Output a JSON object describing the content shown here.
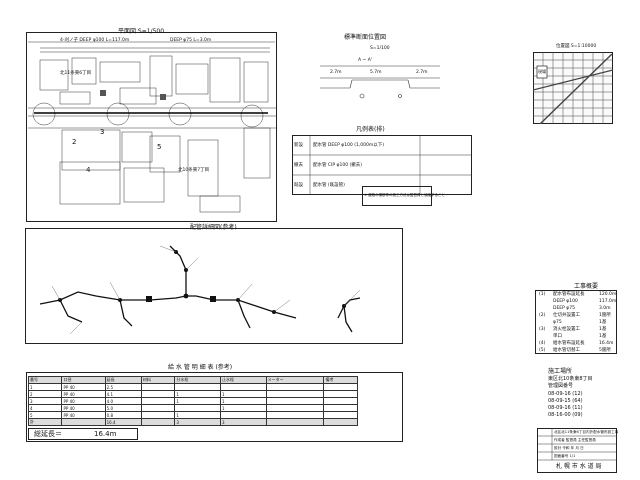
{
  "plan": {
    "title": "平面図 S=1/500",
    "dim_top": "4-刈ノ子 DEEP φ100 L=117.0m",
    "dim_top2": "DEEP φ75 L=3.0m",
    "note1": "北11条東6丁目",
    "note2": "北10条東7丁目",
    "block_numbers": [
      "3",
      "5",
      "4",
      "2"
    ]
  },
  "section": {
    "title": "標準断面位置図",
    "scale": "S=1/100",
    "label": "A ~ A'",
    "dims": [
      "2.7m",
      "5.7m",
      "2.7m"
    ]
  },
  "legend": {
    "title": "凡例表(排)",
    "rows": [
      {
        "k": "新設",
        "v": "配水管 DEEP φ100 (1,000m以下)"
      },
      {
        "k": "撤去",
        "v": "配水管 CIP φ100 (撤去)"
      },
      {
        "k": "既設",
        "v": "配水管 (既設管)"
      }
    ],
    "note": "※ 道路の横断等の施工方法は監督員と協議すること"
  },
  "location_map": {
    "title": "位置図 S=1:10000",
    "mark": "現場"
  },
  "diagram": {
    "title": "配管詳細図(参考)"
  },
  "summary": {
    "title": "工事概要",
    "rows": [
      {
        "no": "(1)",
        "item": "配水管布設延長",
        "qty": "120.0m"
      },
      {
        "no": "",
        "item": "DEEP φ100",
        "qty": "117.0m"
      },
      {
        "no": "",
        "item": "DEEP φ75",
        "qty": "3.0m"
      },
      {
        "no": "(2)",
        "item": "仕切弁設置工",
        "qty": "1箇所"
      },
      {
        "no": "",
        "item": "φ75",
        "qty": "1基"
      },
      {
        "no": "(3)",
        "item": "消火栓設置工",
        "qty": "1基"
      },
      {
        "no": "",
        "item": "単口",
        "qty": "1基"
      },
      {
        "no": "(4)",
        "item": "給水管布設延長",
        "qty": "16.4m"
      },
      {
        "no": "(5)",
        "item": "給水管切替工",
        "qty": "5箇所"
      }
    ]
  },
  "work_location": {
    "title": "施工場所",
    "address": "東区北10条東8丁目",
    "code_title": "管理図番号",
    "codes": [
      "08-09-16 (12)",
      "08-09-15 (64)",
      "08-09-16 (11)",
      "08-16-00 (09)"
    ]
  },
  "service_table": {
    "title": "給 水 管 明 細 表 (参考)",
    "total_label": "総延長＝",
    "total_value": "16.4m",
    "headers": [
      "番号",
      "口径",
      "延長",
      "材料",
      "分水栓",
      "止水栓",
      "メーター",
      "備考"
    ],
    "rows": [
      [
        "1",
        "PP 40",
        "2.5",
        "",
        "",
        "",
        "",
        ""
      ],
      [
        "2",
        "PP 40",
        "4.1",
        "",
        "1",
        "1",
        "",
        ""
      ],
      [
        "3",
        "PP 40",
        "4.0",
        "",
        "1",
        "1",
        "",
        ""
      ],
      [
        "4",
        "PP 40",
        "5.0",
        "",
        "",
        "1",
        "",
        ""
      ],
      [
        "5",
        "PP 40",
        "0.8",
        "",
        "1",
        "",
        "",
        ""
      ]
    ],
    "sum_row": [
      "計",
      "",
      "16.4",
      "",
      "3",
      "3",
      "",
      ""
    ]
  },
  "title_block": {
    "project": "北区北11条東6丁目内外配水管布設工事",
    "rows": [
      "作成者 監督員 主任監督員",
      "設計 令和 年 月 日",
      "図面番号 1/1"
    ],
    "org": "札 幌 市 水 道 局",
    "no": "1/1"
  }
}
